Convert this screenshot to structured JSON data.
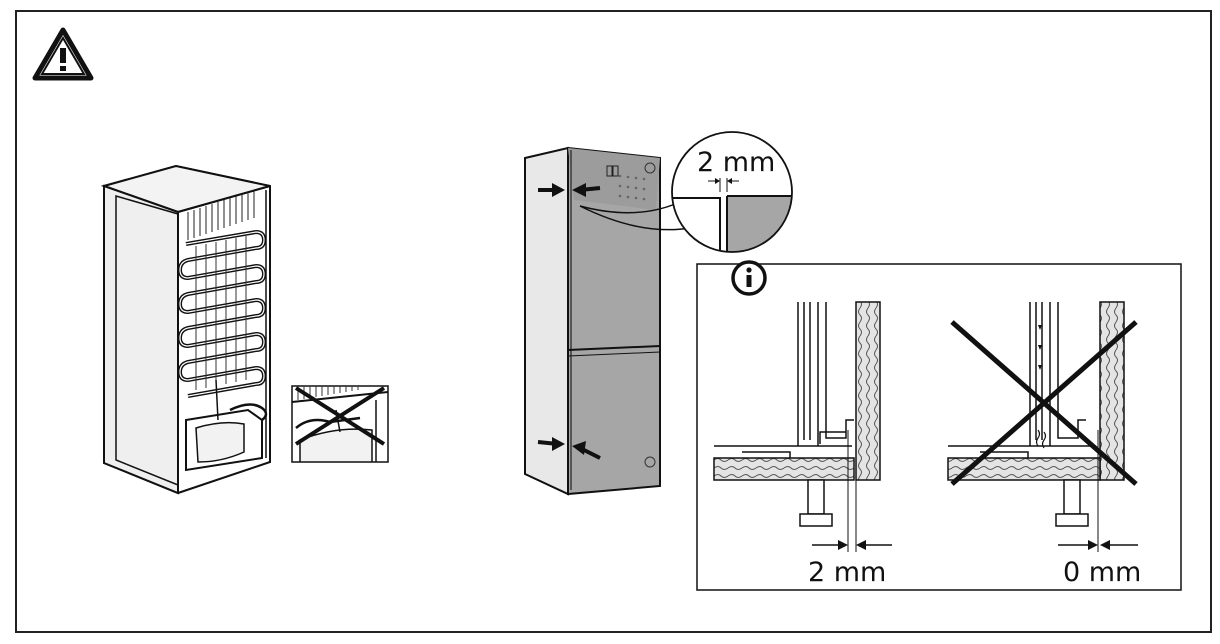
{
  "warning": {
    "icon": "warning-triangle-icon"
  },
  "info": {
    "icon": "info-circle-icon"
  },
  "labels": {
    "gap_top": "2 mm",
    "gap_correct": "2 mm",
    "gap_wrong": "0 mm"
  },
  "colors": {
    "line": "#111111",
    "panel_gray": "#a9a9a9",
    "panel_dark": "#8a8a8a",
    "cabinet_side": "#e6e6e6",
    "wood": "#dcdcdc"
  }
}
